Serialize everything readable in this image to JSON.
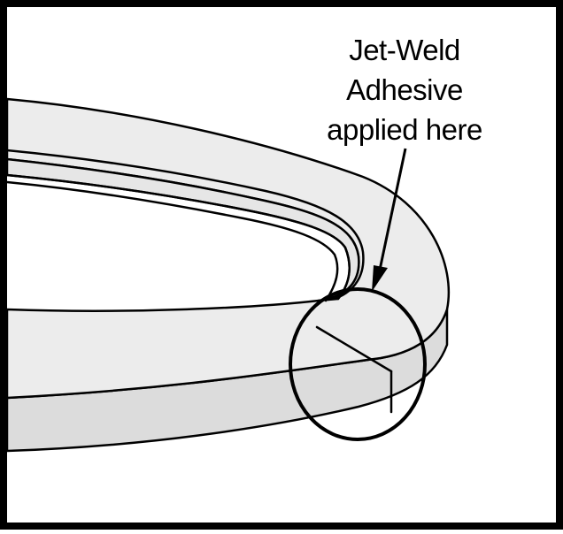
{
  "diagram": {
    "callout_lines": [
      "Jet-Weld",
      "Adhesive",
      "applied here"
    ]
  },
  "colors": {
    "frame": "#000000",
    "ring_fill": "#ececec",
    "ring_side_fill": "#dcdcdc",
    "outline": "#000000",
    "background": "#ffffff"
  }
}
